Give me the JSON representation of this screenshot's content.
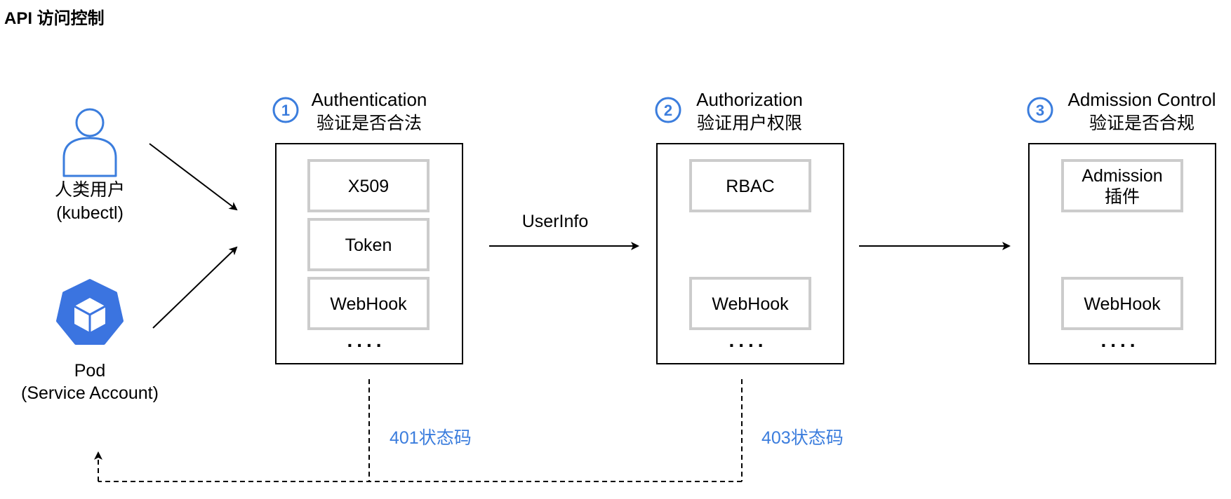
{
  "title": "API 访问控制",
  "actors": {
    "user": {
      "icon": "user-icon",
      "line1": "人类用户",
      "line2": "(kubectl)"
    },
    "pod": {
      "icon": "kubernetes-pod-icon",
      "line1": "Pod",
      "line2": "(Service Account)"
    }
  },
  "stages": {
    "authentication": {
      "number": "1",
      "title": "Authentication",
      "subtitle": "验证是否合法",
      "plugins": [
        "X509",
        "Token",
        "WebHook"
      ],
      "more": "...."
    },
    "authorization": {
      "number": "2",
      "title": "Authorization",
      "subtitle": "验证用户权限",
      "plugins": [
        "RBAC",
        "WebHook"
      ],
      "more": "...."
    },
    "admission": {
      "number": "3",
      "title": "Admission Control",
      "subtitle": "验证是否合规",
      "plugin_line1": "Admission",
      "plugin_line2": "插件",
      "plugins": [
        "WebHook"
      ],
      "more": "...."
    }
  },
  "flow": {
    "userinfo_label": "UserInfo"
  },
  "status": {
    "auth_fail": "401状态码",
    "authz_fail": "403状态码"
  },
  "colors": {
    "accent_blue": "#3b7ddd",
    "user_icon_stroke": "#3b7ddd",
    "pod_icon_fill": "#3b74e0",
    "plugin_box_border": "#cccccc",
    "stage_box_border": "#000000"
  }
}
